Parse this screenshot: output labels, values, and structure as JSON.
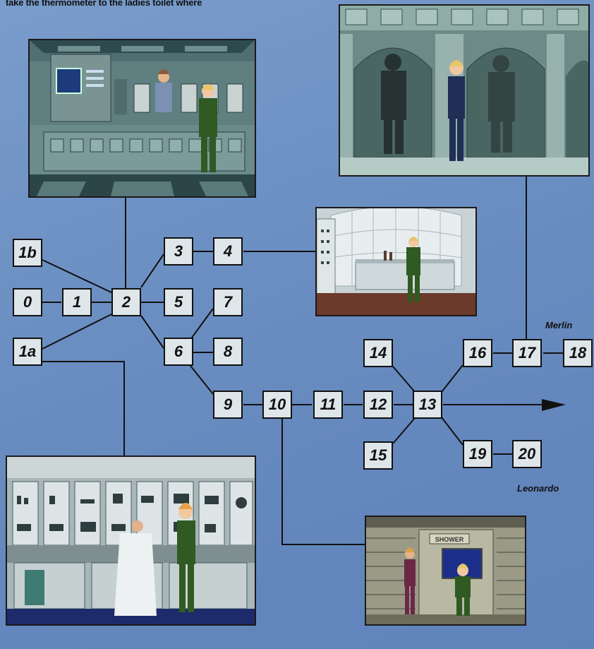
{
  "caption": "take the thermometer to the ladies toilet where",
  "nodes": [
    {
      "id": "1b",
      "text": "1b"
    },
    {
      "id": "0",
      "text": "0"
    },
    {
      "id": "1",
      "text": "1"
    },
    {
      "id": "1a",
      "text": "1a"
    },
    {
      "id": "2",
      "text": "2"
    },
    {
      "id": "3",
      "text": "3"
    },
    {
      "id": "4",
      "text": "4"
    },
    {
      "id": "5",
      "text": "5"
    },
    {
      "id": "6",
      "text": "6"
    },
    {
      "id": "7",
      "text": "7"
    },
    {
      "id": "8",
      "text": "8"
    },
    {
      "id": "9",
      "text": "9"
    },
    {
      "id": "10",
      "text": "10"
    },
    {
      "id": "11",
      "text": "11"
    },
    {
      "id": "12",
      "text": "12"
    },
    {
      "id": "13",
      "text": "13"
    },
    {
      "id": "14",
      "text": "14"
    },
    {
      "id": "15",
      "text": "15"
    },
    {
      "id": "16",
      "text": "16"
    },
    {
      "id": "17",
      "text": "17"
    },
    {
      "id": "18",
      "text": "18"
    },
    {
      "id": "19",
      "text": "19"
    },
    {
      "id": "20",
      "text": "20"
    }
  ],
  "labels": {
    "merlin": "Merlin",
    "leonardo": "Leonardo"
  },
  "screens": {
    "shower_sign": "SHOWER"
  },
  "colors": {
    "background": "#6b8fc2",
    "node_fill": "#dfe6ea",
    "line": "#111111"
  }
}
